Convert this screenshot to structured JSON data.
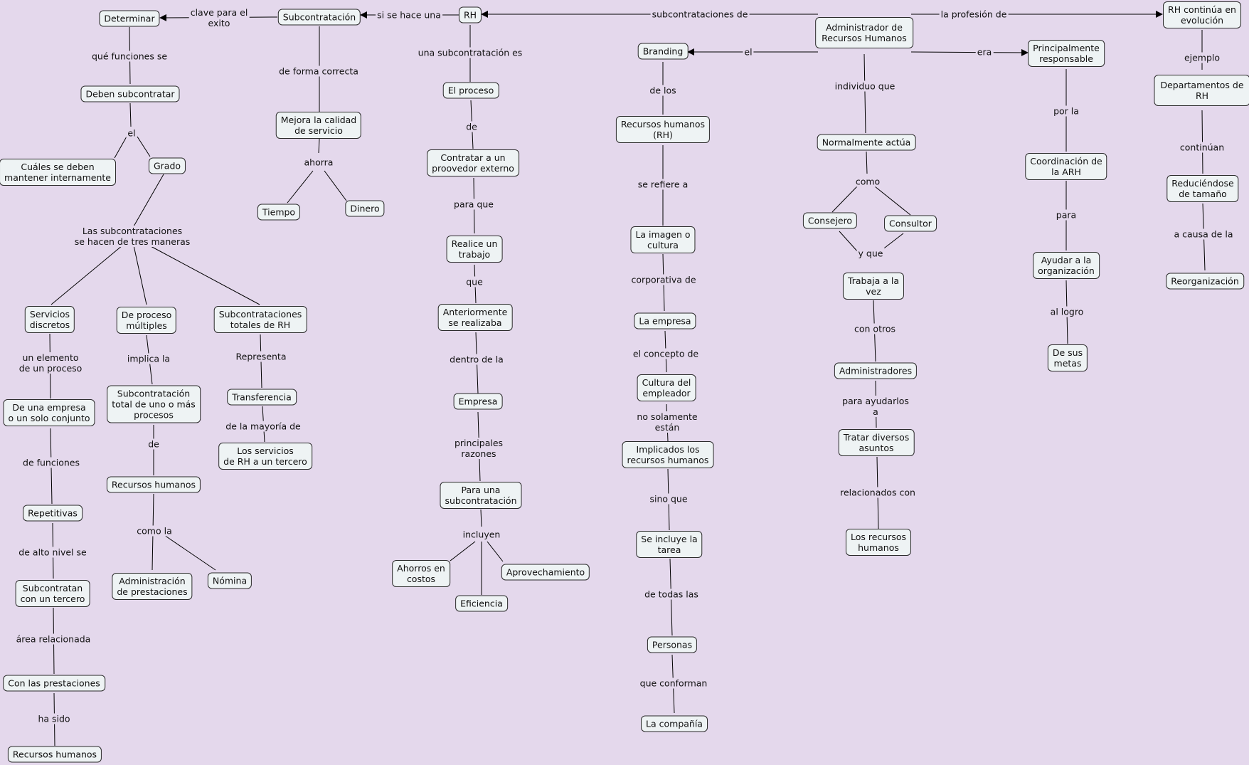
{
  "nodes": {
    "determinar": "Determinar",
    "subcontratacion": "Subcontratación",
    "rh": "RH",
    "admin": "Administrador de\nRecursos Humanos",
    "rh_evolucion": "RH continúa en\nevolución",
    "branding": "Branding",
    "principalmente": "Principalmente\nresponsable",
    "deben": "Deben subcontratar",
    "cuales": "Cuáles se deben\nmantener internamente",
    "grado": "Grado",
    "mejora": "Mejora la calidad\nde servicio",
    "tiempo": "Tiempo",
    "dinero": "Dinero",
    "el_proceso": "El proceso",
    "contratar": "Contratar a un\nproovedor externo",
    "realice": "Realice un\ntrabajo",
    "anteriormente": "Anteriormente\nse realizaba",
    "empresa1": "Empresa",
    "para_una": "Para una\nsubcontratación",
    "ahorros": "Ahorros en\ncostos",
    "eficiencia": "Eficiencia",
    "aprovechamiento": "Aprovechamiento",
    "rrhh_rh": "Recursos humanos\n(RH)",
    "imagen": "La imagen o\ncultura",
    "la_empresa": "La empresa",
    "cultura": "Cultura del\nempleador",
    "implicados": "Implicados los\nrecursos humanos",
    "se_incluye": "Se incluye la\ntarea",
    "personas": "Personas",
    "compania": "La compañía",
    "normalmente": "Normalmente actúa",
    "consejero": "Consejero",
    "consultor": "Consultor",
    "trabaja": "Trabaja a la\nvez",
    "administradores": "Administradores",
    "tratar": "Tratar diversos\nasuntos",
    "los_recursos": "Los recursos\nhumanos",
    "coordinacion": "Coordinación de\nla ARH",
    "ayudar": "Ayudar a la\norganización",
    "metas": "De sus\nmetas",
    "departamentos": "Departamentos de\nRH",
    "reduciendose": "Reduciéndose\nde tamaño",
    "reorganizacion": "Reorganización",
    "servicios": "Servicios\ndiscretos",
    "de_proceso": "De proceso\nmúltiples",
    "totales": "Subcontrataciones\ntotales de RH",
    "de_una_empresa": "De una empresa\no un solo conjunto",
    "repetitivas": "Repetitivas",
    "subcontratan": "Subcontratan\ncon un tercero",
    "prestaciones": "Con las prestaciones",
    "rrhh_final": "Recursos humanos",
    "subc_total": "Subcontratación\ntotal de uno o más\nprocesos",
    "rrhh_mid": "Recursos humanos",
    "administracion": "Administración\nde prestaciones",
    "nomina": "Nómina",
    "transferencia": "Transferencia",
    "los_servicios": "Los servicios\nde RH a un tercero"
  },
  "labels": {
    "clave": "clave para el\nexito",
    "si_se_hace": "si se hace una",
    "subcontrataciones_de": "subcontrataciones de",
    "la_profesion": "la profesión de",
    "que_funciones": "qué funciones se",
    "el_det": "el",
    "tres_maneras": "Las subcontrataciones\nse hacen de tres maneras",
    "de_forma": "de forma correcta",
    "ahorra": "ahorra",
    "una_subc_es": "una subcontratación es",
    "de1": "de",
    "para_que": "para que",
    "que1": "que",
    "dentro": "dentro de la",
    "principales": "principales\nrazones",
    "incluyen": "incluyen",
    "el_branding": "el",
    "era": "era",
    "de_los": "de los",
    "se_refiere": "se refiere a",
    "corporativa": "corporativa de",
    "el_concepto": "el concepto de",
    "no_solamente": "no solamente\nestán",
    "sino_que": "sino que",
    "de_todas": "de todas las",
    "que_conforman": "que conforman",
    "individuo": "individuo que",
    "como1": "como",
    "y_que": "y que",
    "con_otros": "con otros",
    "para_ayudarlos": "para ayudarlos\na",
    "relacionados": "relacionados con",
    "por_la": "por la",
    "para": "para",
    "al_logro": "al logro",
    "ejemplo": "ejemplo",
    "continuan": "continúan",
    "a_causa": "a causa de la",
    "un_elemento": "un elemento\nde un proceso",
    "de_funciones": "de funciones",
    "de_alto": "de alto nivel se",
    "area": "área relacionada",
    "ha_sido": "ha sido",
    "implica": "implica la",
    "de2": "de",
    "como_la": "como la",
    "representa": "Representa",
    "de_la_mayoria": "de la mayoría de"
  }
}
